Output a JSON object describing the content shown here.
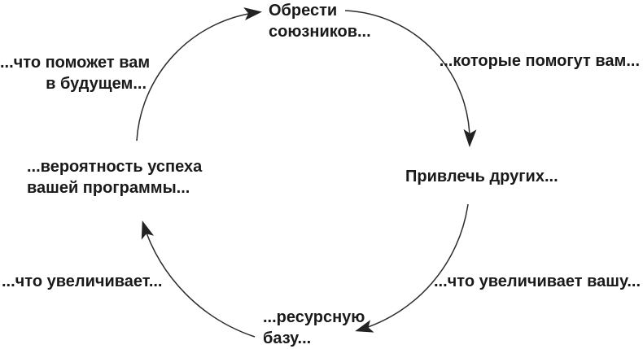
{
  "diagram": {
    "type": "cycle",
    "background_color": "#ffffff",
    "line_color": "#2c2c2c",
    "text_color": "#1a1a1a",
    "nodes": {
      "top": {
        "lines": [
          "Обрести",
          "союзников..."
        ]
      },
      "right": {
        "lines": [
          "Привлечь других..."
        ]
      },
      "bottom": {
        "lines": [
          "...ресурсную",
          "базу..."
        ]
      },
      "left": {
        "lines": [
          "...вероятность успеха",
          "вашей программы..."
        ]
      }
    },
    "edge_labels": {
      "top_right": {
        "lines": [
          "...которые помогут вам..."
        ]
      },
      "bottom_right": {
        "lines": [
          "...что увеличивает вашу..."
        ]
      },
      "bottom_left": {
        "lines": [
          "...что увеличивает..."
        ]
      },
      "top_left": {
        "lines": [
          "...что поможет вам",
          "в будущем..."
        ]
      }
    },
    "arrows": [
      {
        "name": "left-to-top"
      },
      {
        "name": "top-to-right"
      },
      {
        "name": "right-to-bottom"
      },
      {
        "name": "bottom-to-left"
      }
    ]
  }
}
